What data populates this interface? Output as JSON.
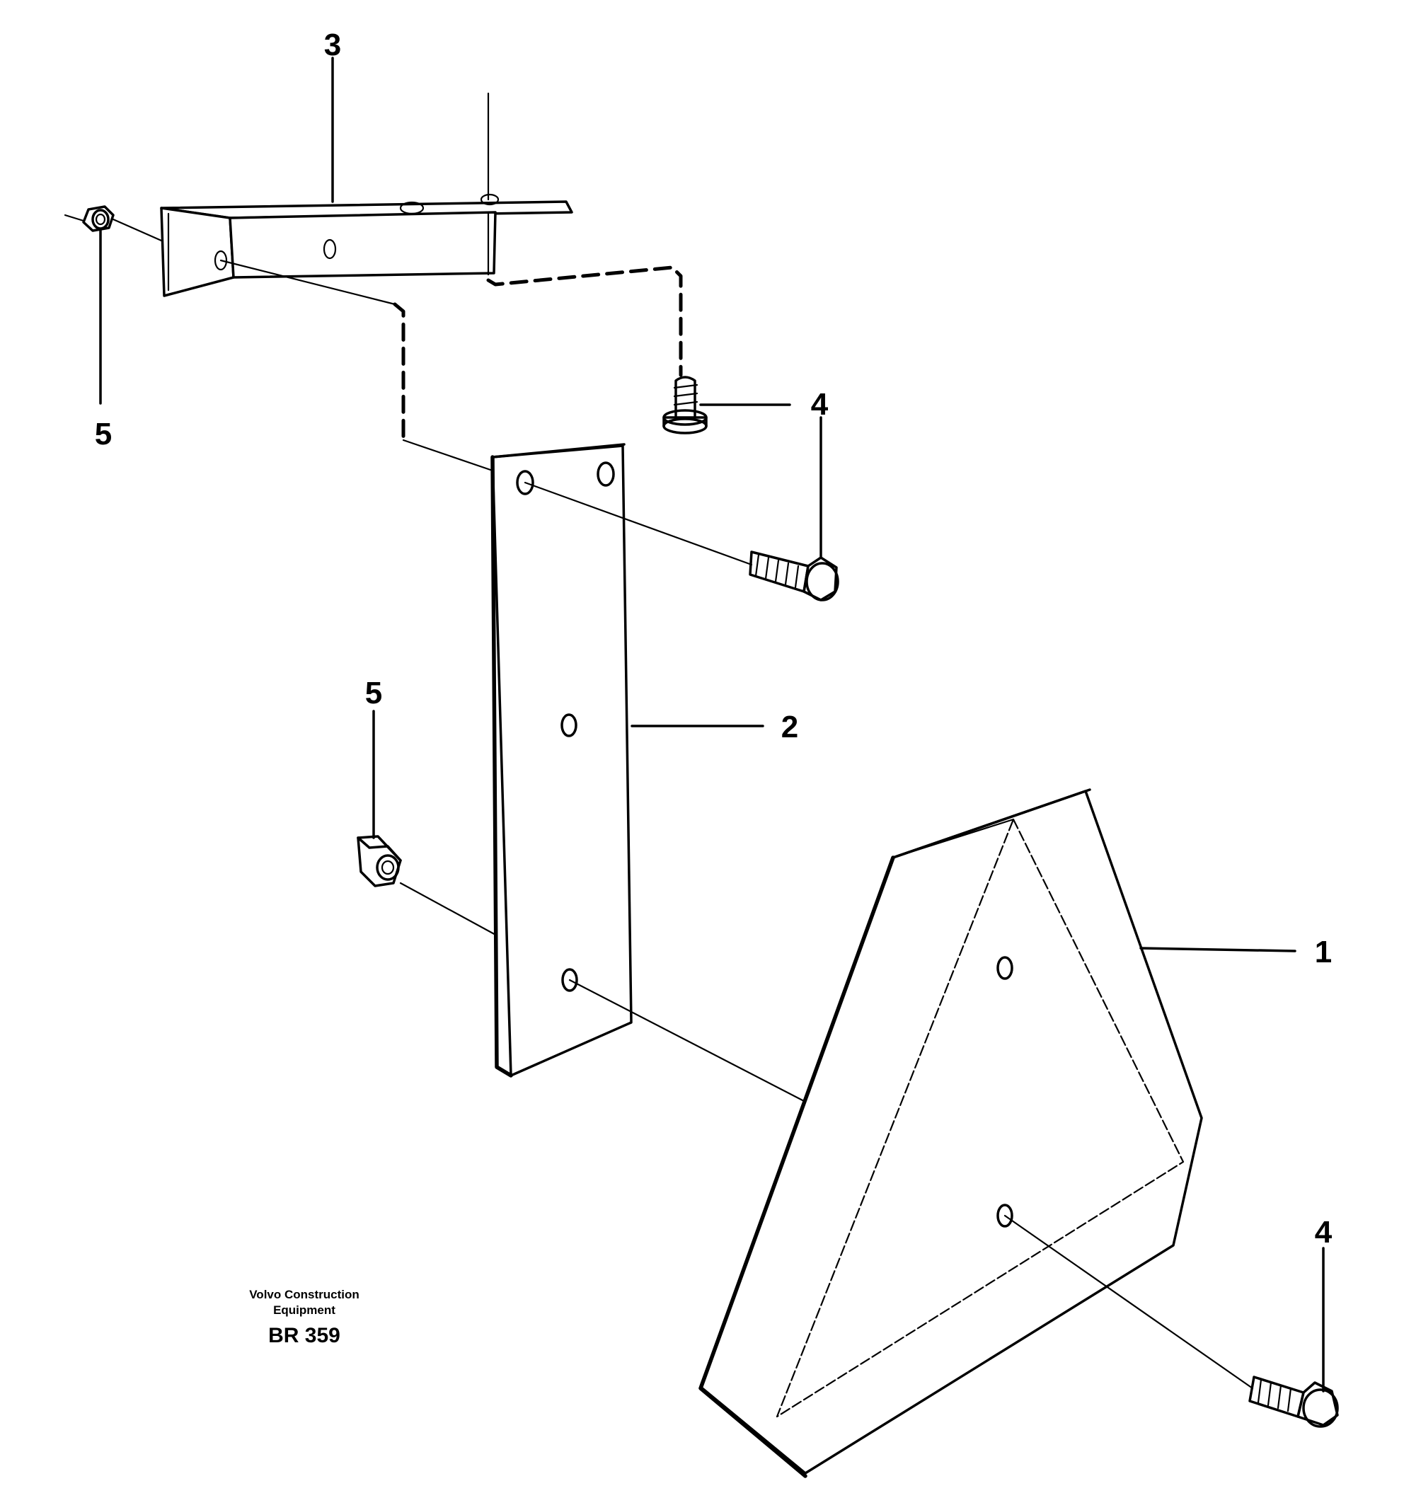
{
  "callouts": [
    {
      "id": "1",
      "label": "1"
    },
    {
      "id": "2",
      "label": "2"
    },
    {
      "id": "3",
      "label": "3"
    },
    {
      "id": "4a",
      "label": "4"
    },
    {
      "id": "4b",
      "label": "4"
    },
    {
      "id": "4c",
      "label": "4"
    },
    {
      "id": "5a",
      "label": "5"
    },
    {
      "id": "5b",
      "label": "5"
    }
  ],
  "credit": {
    "line1": "Volvo Construction",
    "line2": "Equipment"
  },
  "drawing_number": "BR 359"
}
